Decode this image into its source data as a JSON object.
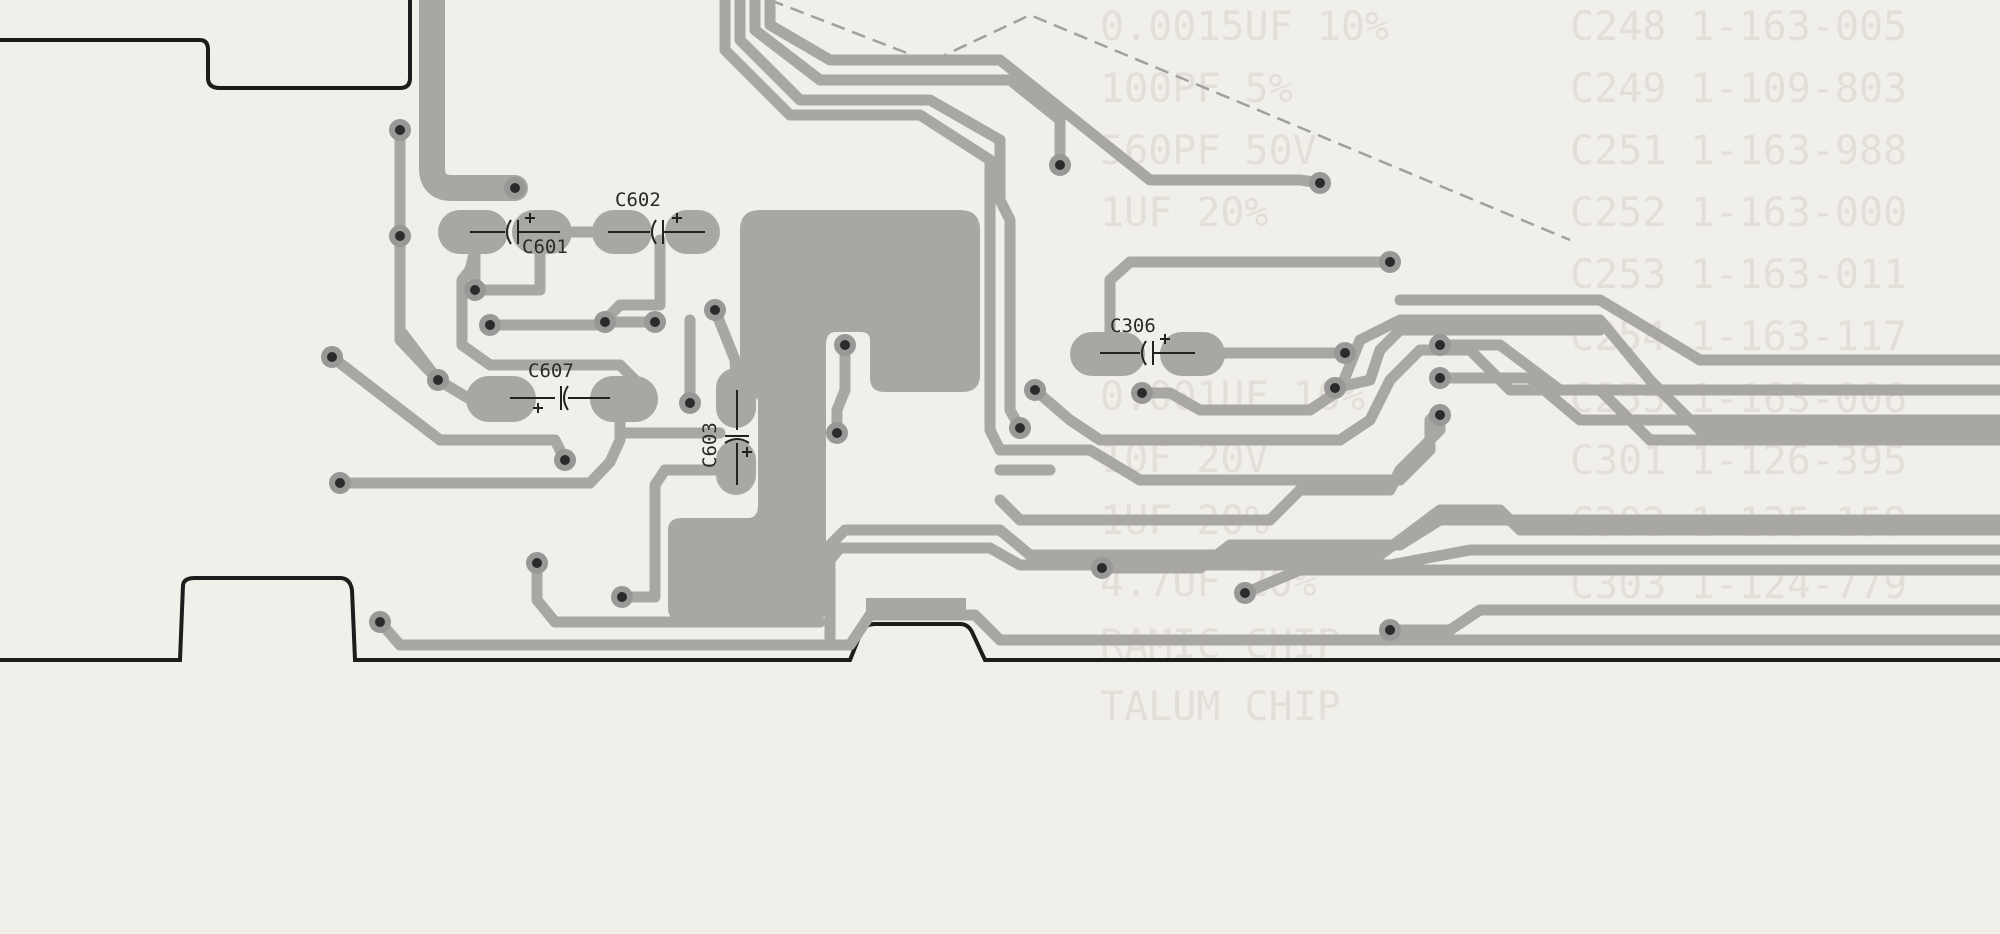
{
  "components": [
    {
      "ref": "C601"
    },
    {
      "ref": "C602"
    },
    {
      "ref": "C607"
    },
    {
      "ref": "C603"
    },
    {
      "ref": "C306"
    }
  ],
  "bleed_through_text": [
    "C248  1-163-005",
    "C249  1-109-803",
    "C251  1-163-988",
    "C252  1-163-000",
    "C253  1-163-011",
    "C254  1-163-117",
    "C255  1-163-006",
    "C301  1-126-395",
    "C302  1-135-159",
    "C303  1-124-779",
    "0.0015UF   10%",
    "100PF   5%",
    "560PF   50V",
    "1UF   20%",
    "0.001UF   10%",
    "10F   20V",
    "1UF   20%",
    "4.7UF   20%",
    "RAMIC CHIP",
    "TALUM CHIP"
  ]
}
